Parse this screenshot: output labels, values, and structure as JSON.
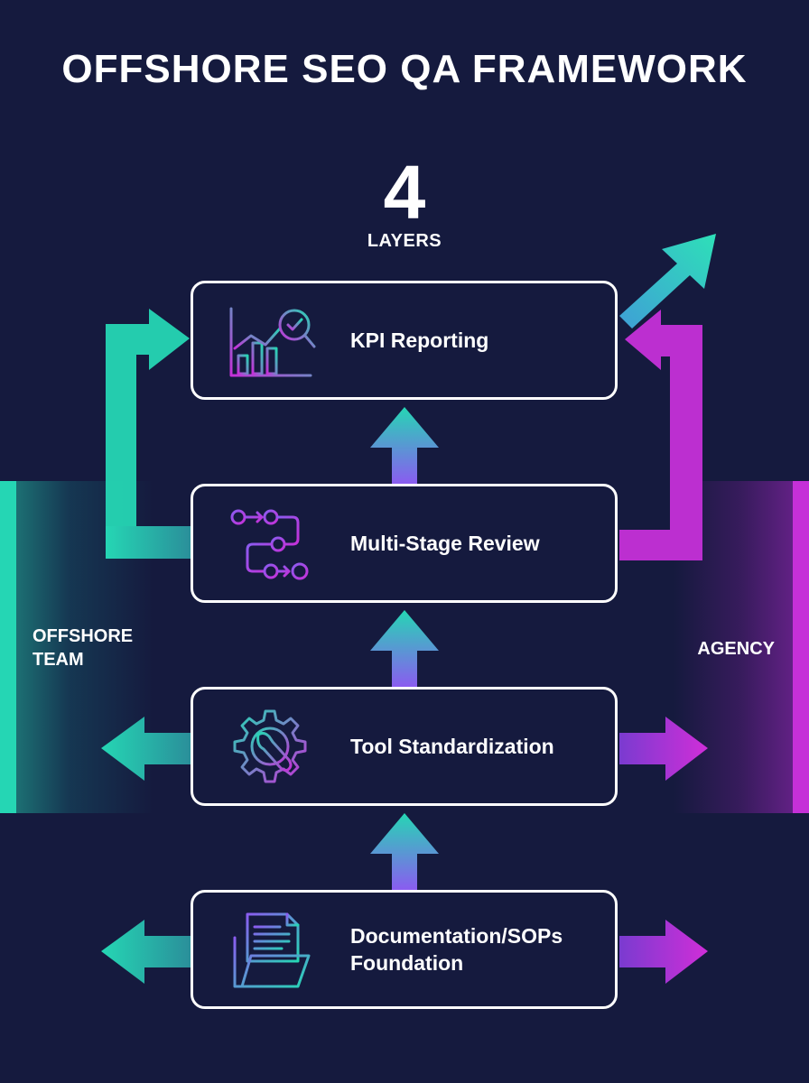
{
  "title": "OFFSHORE SEO QA FRAMEWORK",
  "layer_count": "4",
  "layer_count_label": "LAYERS",
  "left_side_label": "OFFSHORE TEAM",
  "right_side_label": "AGENCY",
  "layers": [
    {
      "label": "KPI Reporting",
      "icon": "chart-magnifier-check-icon"
    },
    {
      "label": "Multi-Stage Review",
      "icon": "workflow-nodes-icon"
    },
    {
      "label": "Tool Standardization",
      "icon": "gear-wrench-icon"
    },
    {
      "label": "Documentation/SOPs Foundation",
      "icon": "document-folder-icon"
    }
  ],
  "colors": {
    "background": "#151a3e",
    "teal": "#25d6b4",
    "magenta": "#c530d8",
    "purple": "#8a5cf0",
    "box_border": "#ffffff"
  }
}
